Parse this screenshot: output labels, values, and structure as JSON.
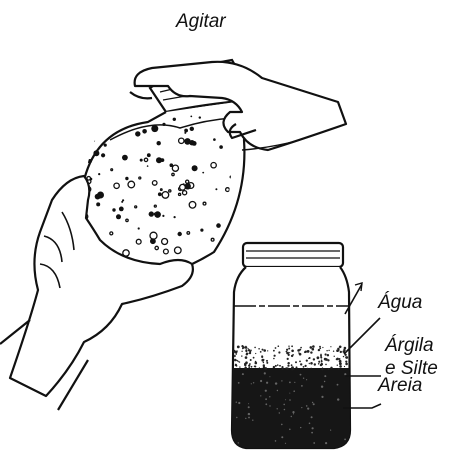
{
  "title": "Agitar",
  "labels": {
    "water": "Água",
    "clay_line1": "Árgila",
    "clay_line2": "e Silte",
    "sand": "Areia"
  }
}
